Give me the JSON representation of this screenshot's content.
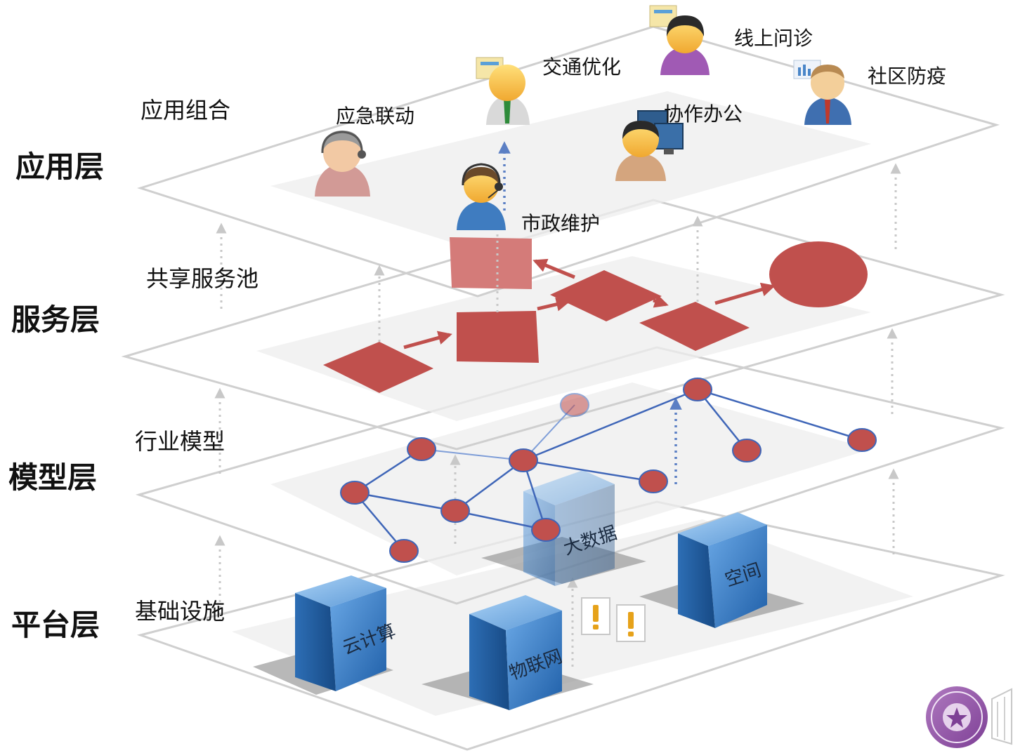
{
  "layers": [
    {
      "title": "应用层",
      "sublabel": "应用组合"
    },
    {
      "title": "服务层",
      "sublabel": "共享服务池"
    },
    {
      "title": "模型层",
      "sublabel": "行业模型"
    },
    {
      "title": "平台层",
      "sublabel": "基础设施"
    }
  ],
  "applications": [
    "应急联动",
    "交通优化",
    "线上问诊",
    "社区防疫",
    "协作办公",
    "市政维护"
  ],
  "platform_boxes": [
    "大数据",
    "空间",
    "云计算",
    "物联网"
  ],
  "colors": {
    "service_red": "#c0504d",
    "network_blue": "#3f66b8",
    "box_blue": "#4a86c8",
    "plane_gray": "#cfcfcf"
  },
  "icons": [
    "person-headset-icon",
    "person-icon",
    "computer-monitor-icon",
    "warning-sign-icon",
    "university-seal-icon"
  ]
}
